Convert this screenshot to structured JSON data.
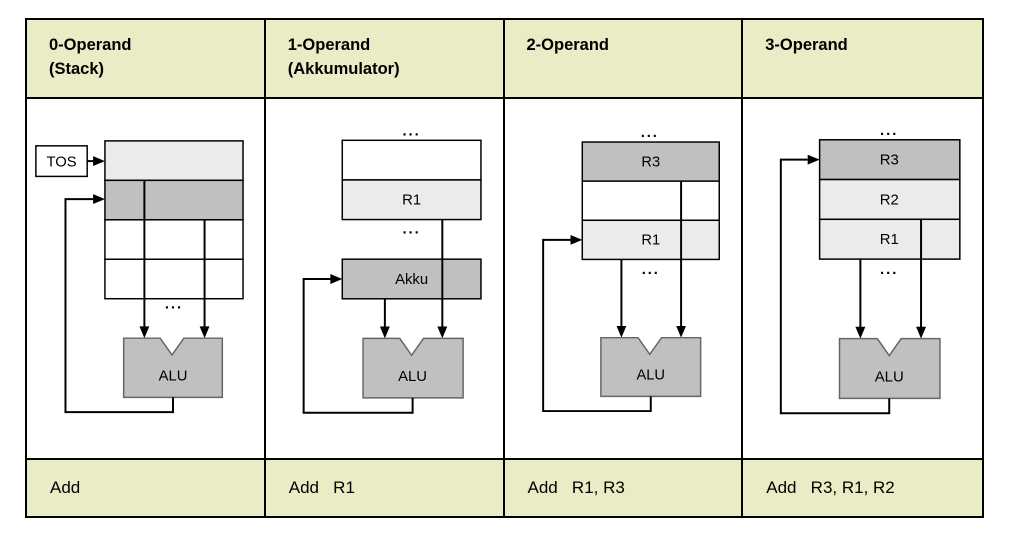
{
  "colors": {
    "header_bg": "#e9ecc5",
    "footer_bg": "#e9ecc5",
    "cell_dark": "#c0c0c0",
    "cell_light": "#ebebeb",
    "cell_white": "#ffffff",
    "alu_fill": "#c0c0c0",
    "line": "#000000"
  },
  "shared": {
    "dots": "...",
    "alu": "ALU"
  },
  "columns": [
    {
      "header": "0-Operand\n(Stack)",
      "instruction": "Add",
      "tos_label": "TOS"
    },
    {
      "header": "1-Operand\n(Akkumulator)",
      "instruction": "Add   R1",
      "registers": {
        "r1": "R1",
        "akku": "Akku"
      }
    },
    {
      "header": "2-Operand",
      "instruction": "Add   R1, R3",
      "registers": {
        "r3": "R3",
        "r1": "R1"
      }
    },
    {
      "header": "3-Operand",
      "instruction": "Add   R3, R1, R2",
      "registers": {
        "r3": "R3",
        "r2": "R2",
        "r1": "R1"
      }
    }
  ]
}
